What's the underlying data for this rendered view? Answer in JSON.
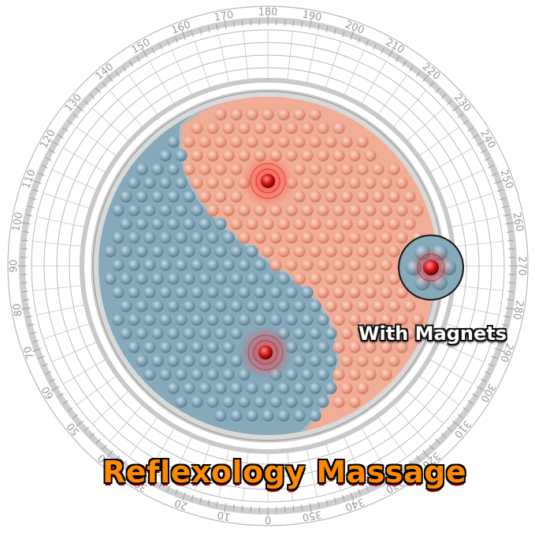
{
  "product": {
    "title": "Reflexology Massage",
    "feature_label": "With Magnets"
  },
  "compass": {
    "degree_labels": [
      "0",
      "10",
      "20",
      "30",
      "40",
      "50",
      "60",
      "70",
      "80",
      "90",
      "100",
      "110",
      "120",
      "130",
      "140",
      "150",
      "160",
      "170",
      "180",
      "190",
      "200",
      "210",
      "220",
      "230",
      "240",
      "250",
      "260",
      "270",
      "280",
      "290",
      "300",
      "310",
      "320",
      "330",
      "340",
      "350"
    ]
  },
  "colors": {
    "pink_half": "#f2ad97",
    "blue_half": "#86a9bb",
    "magnet_red": "#d0161a",
    "ring_gray": "#b8b8b8",
    "title_orange": "#ff8a00"
  }
}
